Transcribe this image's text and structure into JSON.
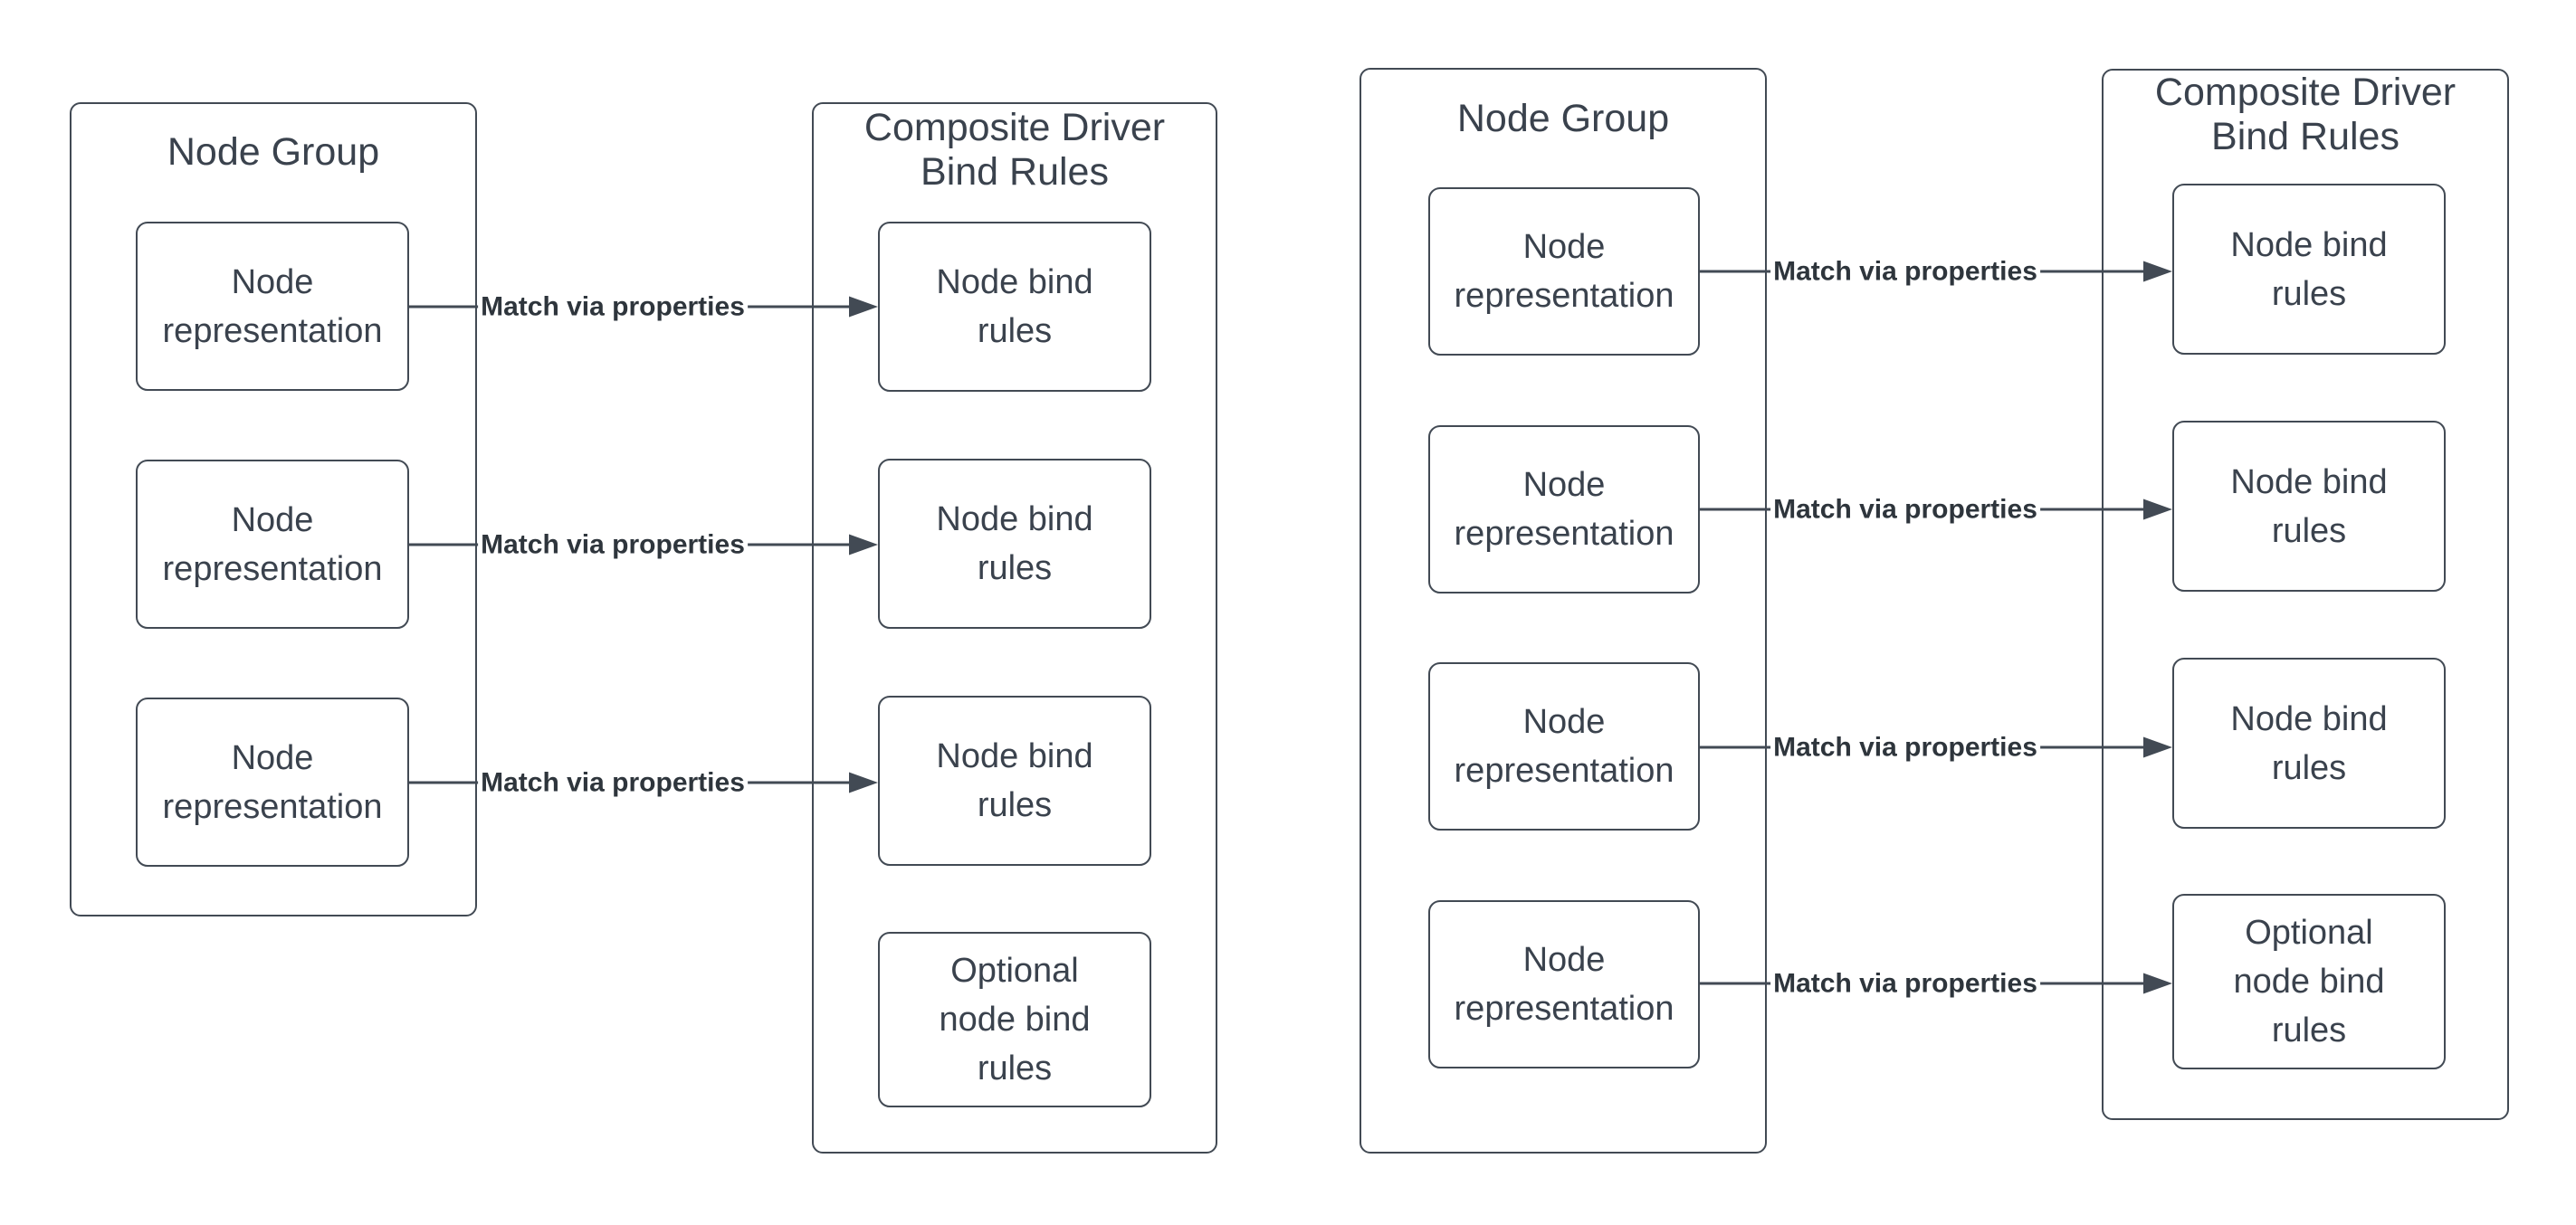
{
  "colors": {
    "background": "#ffffff",
    "stroke": "#424a54",
    "box_text": "#3a424d",
    "label_text": "#2e353c"
  },
  "diagrams": [
    {
      "node_group": {
        "title": "Node Group",
        "boxes": [
          {
            "lines": [
              "Node",
              "representation"
            ]
          },
          {
            "lines": [
              "Node",
              "representation"
            ]
          },
          {
            "lines": [
              "Node",
              "representation"
            ]
          }
        ]
      },
      "composite": {
        "title_lines": [
          "Composite Driver",
          "Bind Rules"
        ],
        "boxes": [
          {
            "lines": [
              "Node bind",
              "rules"
            ]
          },
          {
            "lines": [
              "Node bind",
              "rules"
            ]
          },
          {
            "lines": [
              "Node bind",
              "rules"
            ]
          },
          {
            "lines": [
              "Optional",
              "node bind",
              "rules"
            ]
          }
        ]
      },
      "arrows": [
        {
          "label_lines": [
            "Match via",
            "properties"
          ]
        },
        {
          "label_lines": [
            "Match via",
            "properties"
          ]
        },
        {
          "label_lines": [
            "Match via",
            "properties"
          ]
        }
      ]
    },
    {
      "node_group": {
        "title": "Node Group",
        "boxes": [
          {
            "lines": [
              "Node",
              "representation"
            ]
          },
          {
            "lines": [
              "Node",
              "representation"
            ]
          },
          {
            "lines": [
              "Node",
              "representation"
            ]
          },
          {
            "lines": [
              "Node",
              "representation"
            ]
          }
        ]
      },
      "composite": {
        "title_lines": [
          "Composite Driver",
          "Bind Rules"
        ],
        "boxes": [
          {
            "lines": [
              "Node bind",
              "rules"
            ]
          },
          {
            "lines": [
              "Node bind",
              "rules"
            ]
          },
          {
            "lines": [
              "Node bind",
              "rules"
            ]
          },
          {
            "lines": [
              "Optional",
              "node bind",
              "rules"
            ]
          }
        ]
      },
      "arrows": [
        {
          "label_lines": [
            "Match via",
            "properties"
          ]
        },
        {
          "label_lines": [
            "Match via",
            "properties"
          ]
        },
        {
          "label_lines": [
            "Match via",
            "properties"
          ]
        },
        {
          "label_lines": [
            "Match via",
            "properties"
          ]
        }
      ]
    }
  ]
}
